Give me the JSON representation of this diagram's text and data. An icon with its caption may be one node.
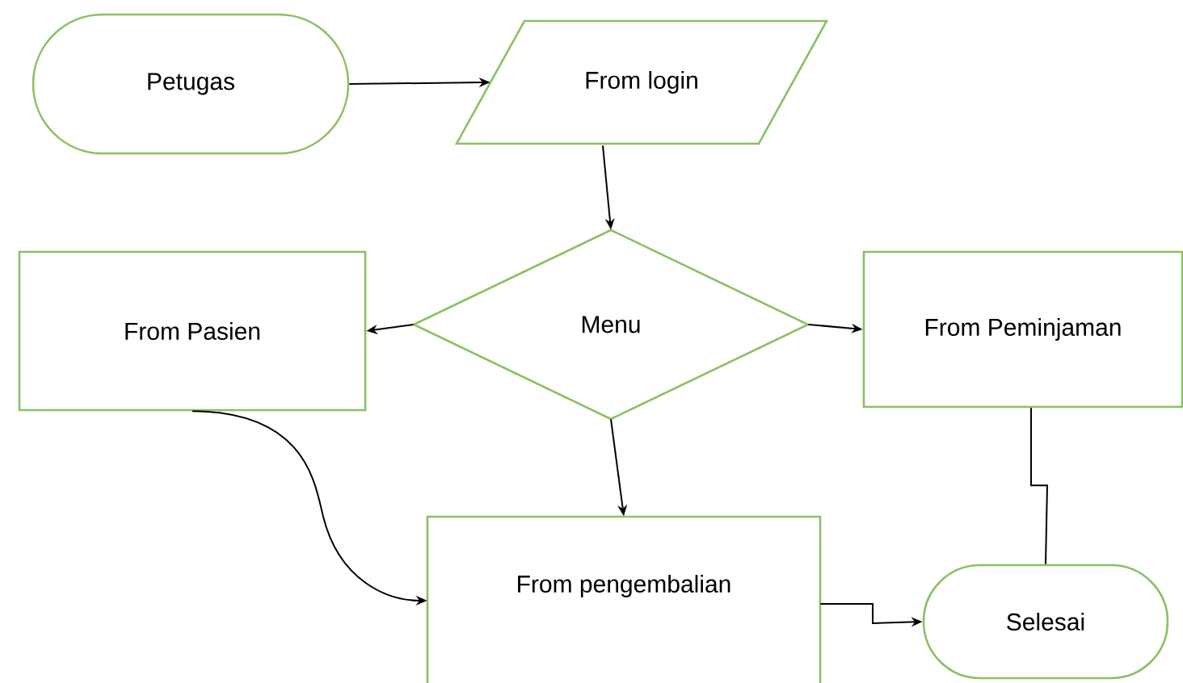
{
  "diagram": {
    "nodes": [
      {
        "text": [
          "Petugas"
        ]
      },
      {
        "text": [
          "From login"
        ]
      },
      {
        "text": [
          "Menu"
        ]
      },
      {
        "text": [
          "From Pasien"
        ]
      },
      {
        "text": [
          "From Peminjaman"
        ]
      },
      {
        "text": [
          "From pengembalian"
        ]
      },
      {
        "text": [
          "Selesai"
        ]
      }
    ],
    "edges": [
      {
        "from": 0,
        "to": 1,
        "arrow": "to"
      },
      {
        "from": 1,
        "to": 2,
        "arrow": "to"
      },
      {
        "from": 2,
        "to": 3,
        "arrow": "to"
      },
      {
        "from": 2,
        "to": 4,
        "arrow": "to"
      },
      {
        "from": 2,
        "to": 5,
        "arrow": "to"
      },
      {
        "from": 3,
        "to": 5,
        "arrow": "to"
      },
      {
        "from": 5,
        "to": 6,
        "arrow": "to"
      },
      {
        "from": 4,
        "to": 6,
        "arrow": "none"
      }
    ]
  }
}
